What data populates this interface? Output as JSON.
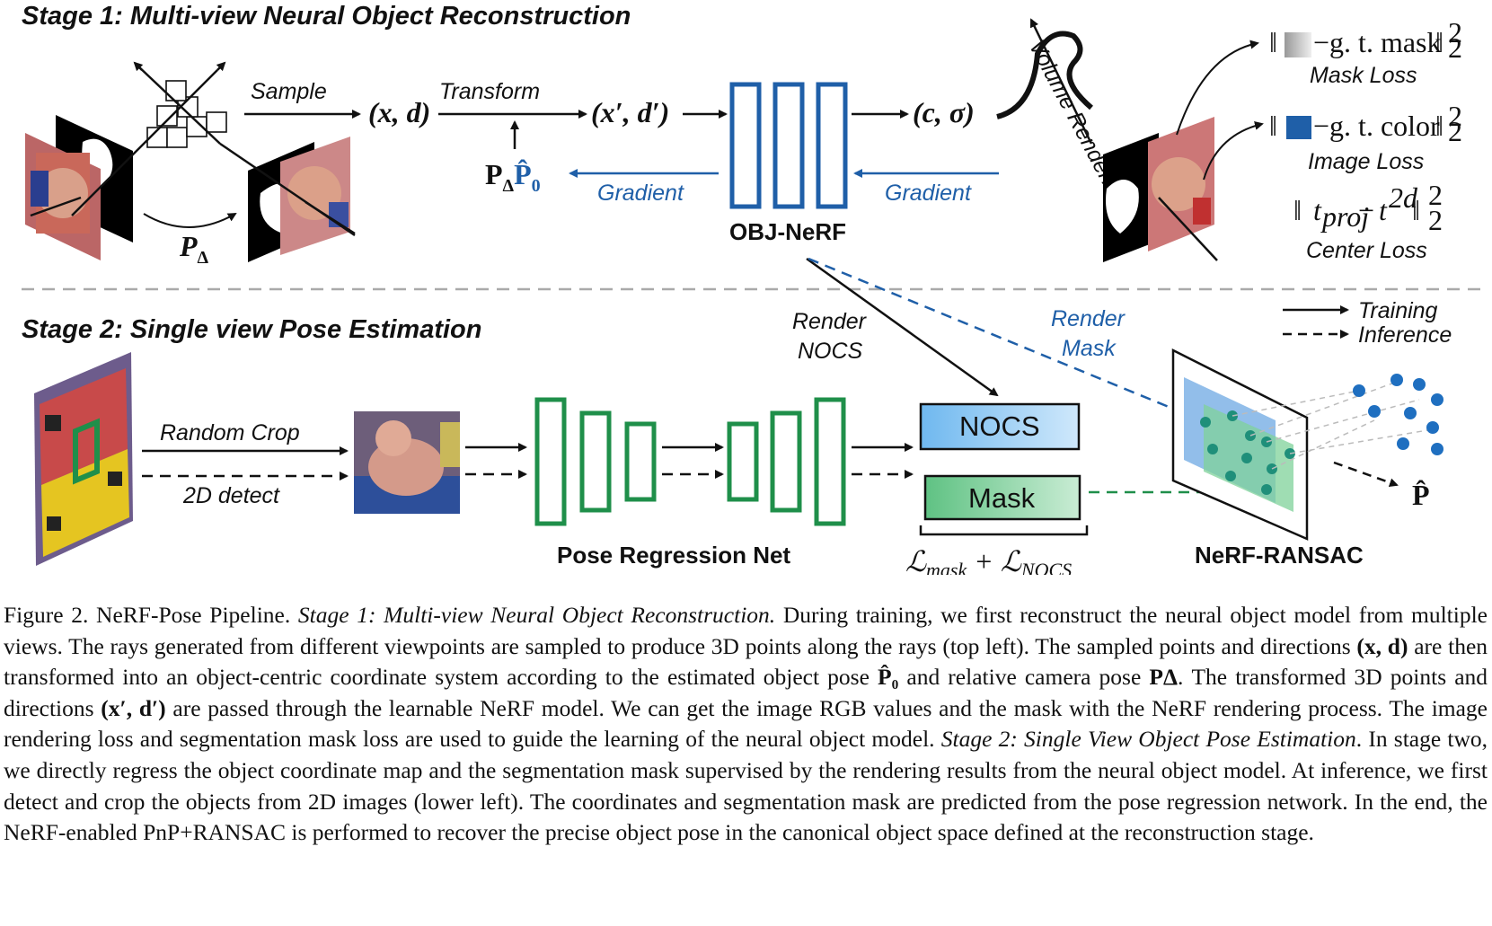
{
  "stage1": {
    "title": "Stage 1: Multi-view Neural Object Reconstruction",
    "sample_label": "Sample",
    "transform_label": "Transform",
    "xd": "(x, d)",
    "xd_prime": "(x′, d′)",
    "c_sigma": "(c, σ)",
    "p_delta": "P",
    "p_delta_sub": "Δ",
    "p_hat": "P̂",
    "p_hat_sub": "0",
    "gradient_left": "Gradient",
    "gradient_right": "Gradient",
    "objnerf_label": "OBJ-NeRF",
    "volume_rendering": "Volume Rendering",
    "mask_loss_formula": "−g. t. mask",
    "mask_loss": "Mask Loss",
    "image_loss_formula": "−g. t. color",
    "image_loss": "Image Loss",
    "center_loss_formula": "t",
    "center_loss": "Center Loss"
  },
  "stage2": {
    "title": "Stage 2: Single view Pose Estimation",
    "random_crop": "Random Crop",
    "detect_2d": "2D detect",
    "pose_net": "Pose Regression Net",
    "render_nocs_1": "Render",
    "render_nocs_2": "NOCS",
    "render_mask_1": "Render",
    "render_mask_2": "Mask",
    "nocs": "NOCS",
    "mask": "Mask",
    "loss_mask": "ℒ",
    "loss_mask_sub": "mask",
    "loss_nocs_sub": "NOCS",
    "nerf_ransac": "NeRF-RANSAC",
    "legend_training": "Training",
    "legend_inference": "Inference",
    "p_hat": "P̂"
  },
  "caption": {
    "fig": "Figure 2. NeRF-Pose Pipeline.",
    "stage1_italic": "Stage 1: Multi-view Neural Object Reconstruction.",
    "t1": "During training, we first reconstruct the neural object model from multiple views. The rays generated from different viewpoints are sampled to produce 3D points along the rays (top left). The sampled points and directions",
    "xd": "(x, d)",
    "t2": "are then transformed into an object-centric coordinate system according to the estimated object pose",
    "p0": "P̂₀",
    "t3": "and relative camera pose",
    "pdelta": "PΔ",
    "t4": ". The transformed 3D points and directions",
    "xdp": "(x′, d′)",
    "t5": "are passed through the learnable NeRF model. We can get the image RGB values and the mask with the NeRF rendering process. The image rendering loss and segmentation mask loss are used to guide the learning of the neural object model.",
    "stage2_italic": "Stage 2: Single View Object Pose Estimation",
    "t6": ". In stage two, we directly regress the object coordinate map and the segmentation mask supervised by the rendering results from the neural object model. At inference, we first detect and crop the objects from 2D images (lower left). The coordinates and segmentation mask are predicted from the pose regression network. In the end, the NeRF-enabled PnP+RANSAC is performed to recover the precise object pose in the canonical object space defined at the reconstruction stage."
  },
  "colors": {
    "blue": "#1f5fa8",
    "green": "#1f8f4a",
    "nocs_fill": "#8ec9f2",
    "mask_fill": "#7fd19a"
  }
}
